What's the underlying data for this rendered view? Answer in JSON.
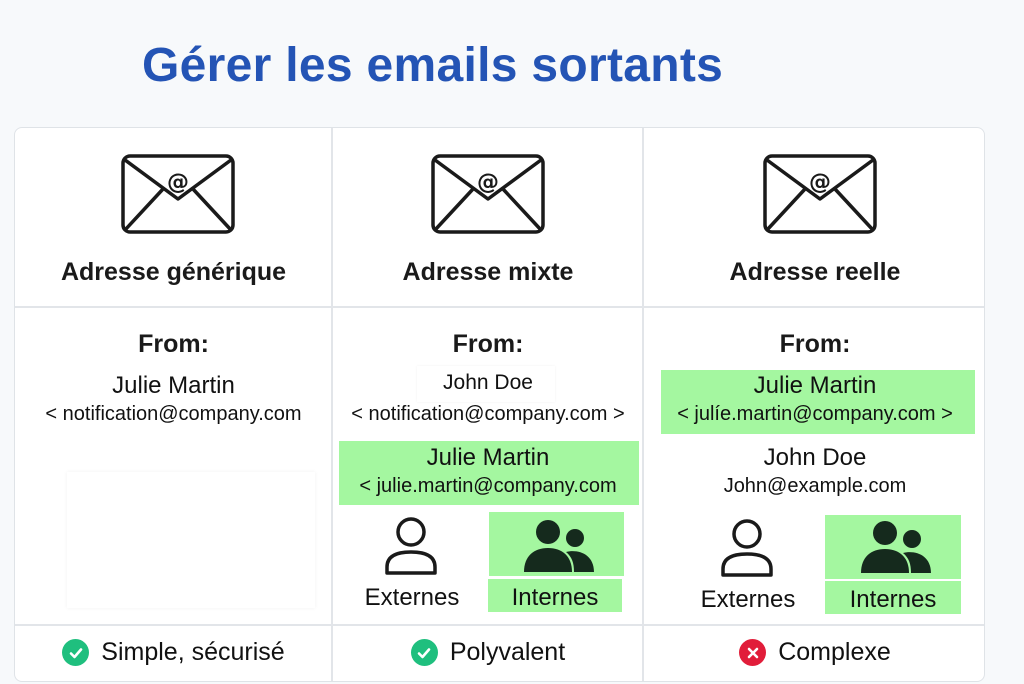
{
  "title": "Gérer les emails sortants",
  "colors": {
    "title": "#2454b5",
    "highlight": "#a4f7a0",
    "ok": "#1fbf7e",
    "ko": "#e11d3a"
  },
  "columns": [
    {
      "heading": "Adresse générique",
      "icon": "envelope-at-icon",
      "from_label": "From:",
      "sender_name": "Julie Martin",
      "sender_email": "< notification@company.com",
      "footer": {
        "status": "ok",
        "status_icon": "check-circle-icon",
        "label": "Simple, sécurisé"
      }
    },
    {
      "heading": "Adresse mixte",
      "icon": "envelope-at-icon",
      "from_label": "From:",
      "sender_name": "John Doe",
      "sender_email": "< notification@company.com >",
      "internal_name": "Julie Martin",
      "internal_email": "< julie.martin@company.com",
      "externes_label": "Externes",
      "internes_label": "Internes",
      "footer": {
        "status": "ok",
        "status_icon": "check-circle-icon",
        "label": "Polyvalent"
      }
    },
    {
      "heading": "Adresse reelle",
      "icon": "envelope-at-icon",
      "from_label": "From:",
      "internal_name": "Julie Martin",
      "internal_email": "< julíe.martin@company.com >",
      "external_name": "John Doe",
      "external_email": "John@example.com",
      "externes_label": "Externes",
      "internes_label": "Internes",
      "footer": {
        "status": "ko",
        "status_icon": "x-circle-icon",
        "label": "Complexe"
      }
    }
  ]
}
